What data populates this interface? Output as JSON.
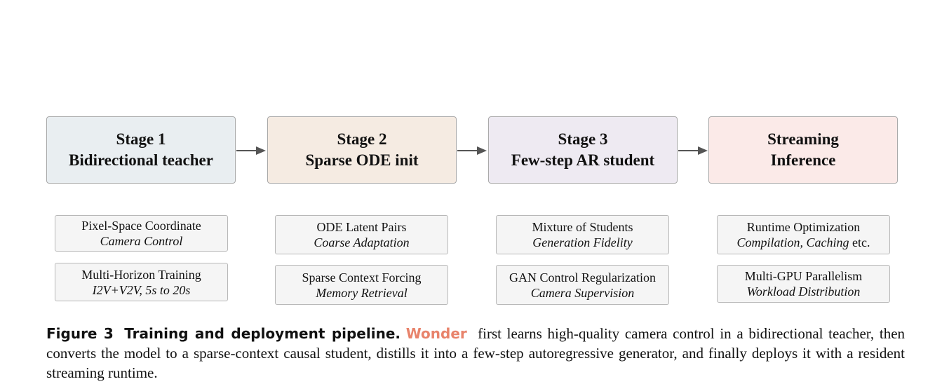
{
  "colors": {
    "stage1_bg": "#e9eef1",
    "stage2_bg": "#f5ebe2",
    "stage3_bg": "#eeeaf2",
    "stage4_bg": "#fbeae8",
    "card_bg": "#f5f5f5",
    "arrow": "#555555",
    "brand": "#e8836b"
  },
  "stages": [
    {
      "line1": "Stage 1",
      "line2": "Bidirectional teacher"
    },
    {
      "line1": "Stage 2",
      "line2": "Sparse ODE init"
    },
    {
      "line1": "Stage 3",
      "line2": "Few-step AR student"
    },
    {
      "line1": "Streaming",
      "line2": "Inference"
    }
  ],
  "cards": [
    [
      {
        "title": "Pixel-Space Coordinate",
        "subtitle": "Camera Control"
      },
      {
        "title": "Multi-Horizon Training",
        "subtitle": "I2V+V2V, 5s to 20s"
      }
    ],
    [
      {
        "title": "ODE Latent Pairs",
        "subtitle": "Coarse Adaptation"
      },
      {
        "title": "Sparse Context Forcing",
        "subtitle": "Memory Retrieval"
      }
    ],
    [
      {
        "title": "Mixture of Students",
        "subtitle": "Generation Fidelity"
      },
      {
        "title": "GAN Control Regularization",
        "subtitle": "Camera Supervision"
      }
    ],
    [
      {
        "title": "Runtime Optimization",
        "subtitle": "Compilation, Caching",
        "subtitle_suffix": " etc."
      },
      {
        "title": "Multi-GPU Parallelism",
        "subtitle": "Workload Distribution"
      }
    ]
  ],
  "caption": {
    "label": "Figure 3",
    "title": "Training and deployment pipeline.",
    "brand": "Wonder",
    "text": "first learns high-quality camera control in a bidirectional teacher, then converts the model to a sparse-context causal student, distills it into a few-step autoregressive generator, and finally deploys it with a resident streaming runtime."
  }
}
